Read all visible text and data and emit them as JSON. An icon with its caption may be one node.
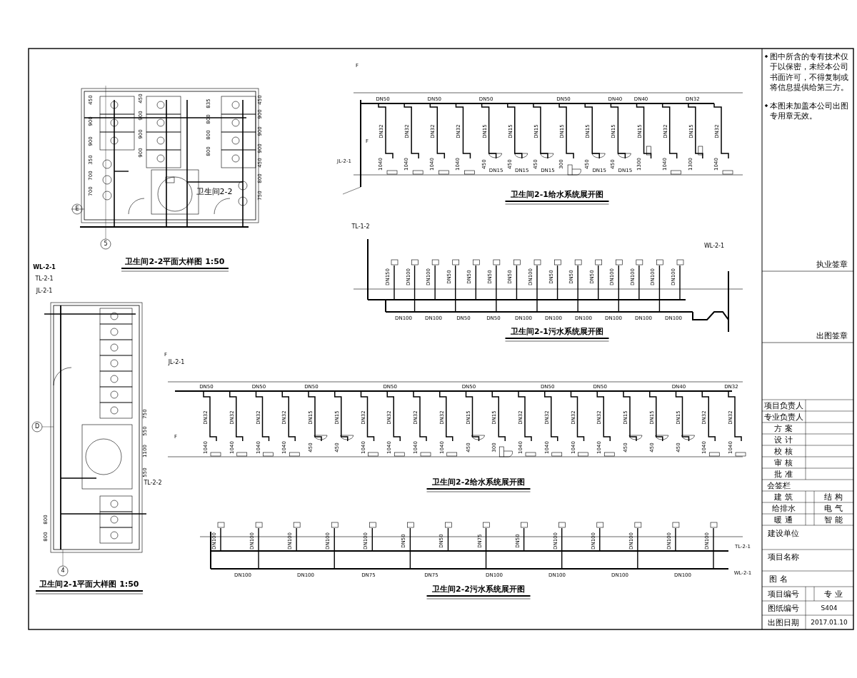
{
  "diagram": {
    "labels": [
      "450",
      "900",
      "900",
      "350",
      "700",
      "700",
      "450",
      "900",
      "900",
      "900",
      "835",
      "800",
      "800",
      "800",
      "450",
      "900",
      "900",
      "900",
      "450",
      "800",
      "750",
      "E",
      "卫生间2-2",
      "5",
      "卫生间2-2平面大样图 1:50",
      "F",
      "F",
      "JL-2-1",
      "DN50",
      "DN50",
      "DN50",
      "DN50",
      "DN40",
      "DN40",
      "DN32",
      "DN32",
      "DN32",
      "DN32",
      "DN32",
      "DN15",
      "DN15",
      "DN15",
      "DN15",
      "DN15",
      "DN15",
      "DN15",
      "DN32",
      "DN15",
      "DN32",
      "1040",
      "1040",
      "1040",
      "1040",
      "450",
      "450",
      "450",
      "300",
      "450",
      "450",
      "1300",
      "1040",
      "1300",
      "1040",
      "DN15",
      "DN15",
      "DN15",
      "DN15",
      "DN15",
      "卫生间2-1给水系统展开图",
      "TL-1-2",
      "WL-2-1",
      "DN150",
      "DN100",
      "DN100",
      "DN50",
      "DN50",
      "DN50",
      "DN50",
      "DN100",
      "DN50",
      "DN50",
      "DN50",
      "DN100",
      "DN100",
      "DN100",
      "DN100",
      "DN100",
      "DN100",
      "DN50",
      "DN50",
      "DN100",
      "DN100",
      "DN100",
      "DN100",
      "DN100",
      "DN100",
      "卫生间2-1污水系统展开图",
      "WL-2-1",
      "TL-2-1",
      "JL-2-1",
      "D",
      "TL-2-2",
      "750",
      "550",
      "1100",
      "550",
      "800",
      "800",
      "4",
      "卫生间2-1平面大样图 1:50",
      "F",
      "F",
      "JL-2-1",
      "DN50",
      "DN50",
      "DN50",
      "DN50",
      "DN50",
      "DN50",
      "DN50",
      "DN40",
      "DN32",
      "DN32",
      "DN32",
      "DN32",
      "DN32",
      "DN15",
      "DN15",
      "DN32",
      "DN32",
      "DN32",
      "DN32",
      "DN15",
      "DN15",
      "DN32",
      "DN32",
      "DN32",
      "DN32",
      "DN15",
      "DN15",
      "DN15",
      "DN32",
      "DN32",
      "1040",
      "1040",
      "1040",
      "1040",
      "450",
      "450",
      "1040",
      "1040",
      "1040",
      "1040",
      "450",
      "300",
      "1040",
      "1040",
      "1040",
      "1040",
      "450",
      "450",
      "450",
      "1040",
      "1040",
      "卫生间2-2给水系统展开图",
      "DN100",
      "DN100",
      "DN100",
      "DN100",
      "DN100",
      "DN50",
      "DN50",
      "DN75",
      "DN50",
      "DN100",
      "DN100",
      "DN100",
      "DN100",
      "DN100",
      "DN100",
      "DN100",
      "DN75",
      "DN75",
      "DN100",
      "DN100",
      "DN100",
      "DN100",
      "TL-2-1",
      "WL-2-1",
      "卫生间2-2污水系统展开图",
      "图中所含的专有技术仅于以保密，未经本公司书面许可，不得复制或将信息提供给第三方。",
      "本图未加盖本公司出图专用章无效。",
      "执业签章",
      "出图签章",
      "项目负责人",
      "专业负责人",
      "方 案",
      "设 计",
      "校 核",
      "审 核",
      "批 准",
      "会签栏",
      "建 筑",
      "结 构",
      "给排水",
      "电 气",
      "暖 通",
      "智 能",
      "建设单位",
      "项目名称",
      "图 名",
      "项目编号",
      "专 业",
      "图纸编号",
      "S404",
      "出图日期",
      "2017.01.10"
    ]
  }
}
